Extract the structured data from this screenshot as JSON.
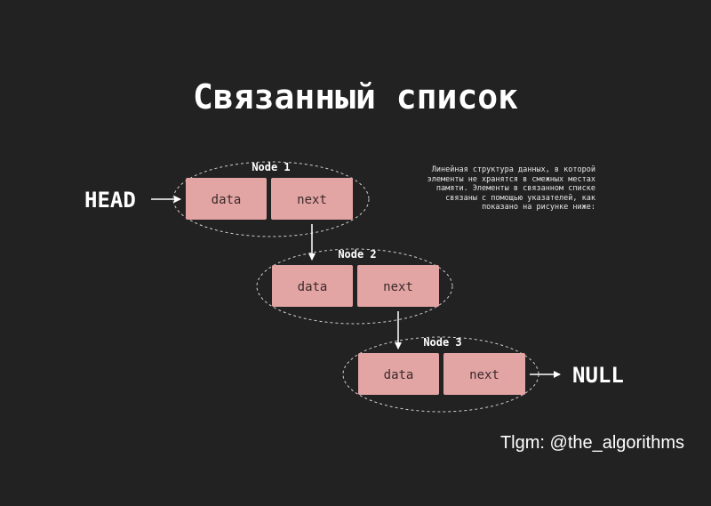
{
  "title": "Связанный список",
  "description": "Линейная структура данных, в которой элементы не хранятся в смежных местах памяти. Элементы в связанном списке связаны с помощью указателей, как показано на рисунке ниже:",
  "description_lines": [
    "Линейная структура данных, в которой",
    "элементы не хранятся в смежных местах",
    "памяти. Элементы в связанном списке",
    "связаны с помощью указателей, как",
    "показано на рисунке ниже:"
  ],
  "head_label": "HEAD",
  "null_label": "NULL",
  "nodes": [
    {
      "label": "Node 1",
      "data": "data",
      "next": "next"
    },
    {
      "label": "Node 2",
      "data": "data",
      "next": "next"
    },
    {
      "label": "Node 3",
      "data": "data",
      "next": "next"
    }
  ],
  "credit": "Tlgm: @the_algorithms",
  "colors": {
    "background": "#222222",
    "box_fill": "#e3a4a4",
    "text": "#ffffff",
    "outline": "#cfcfcf"
  }
}
